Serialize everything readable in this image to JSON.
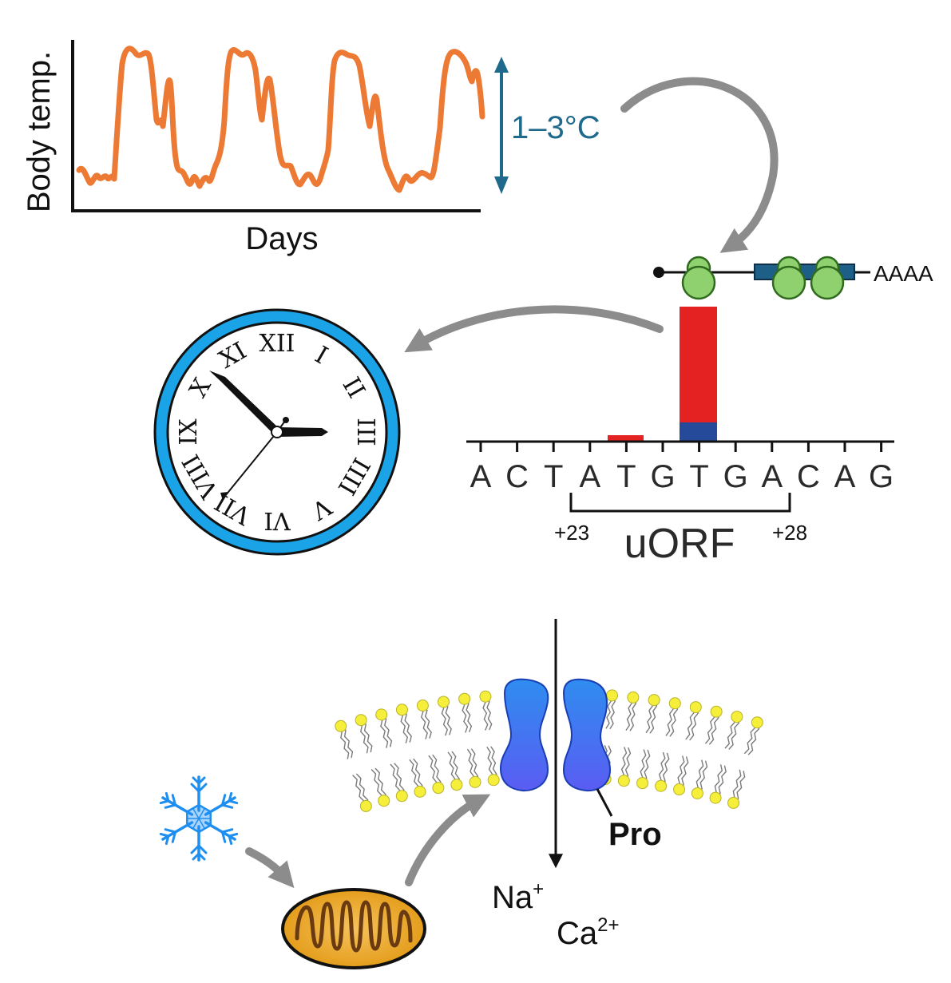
{
  "temperature_plot": {
    "ylabel": "Body temp.",
    "xlabel": "Days",
    "range_label": "1–3°C",
    "line_color": "#ec7a34",
    "range_color": "#1f6a8c"
  },
  "mrna": {
    "polyA": "AAAA",
    "ribosome_color": "#8fd16f",
    "cds_color": "#1d5f86"
  },
  "sequence": {
    "bases": [
      "A",
      "C",
      "T",
      "A",
      "T",
      "G",
      "T",
      "G",
      "A",
      "C",
      "A",
      "G"
    ],
    "uorf_label": "uORF",
    "start_pos": "+23",
    "end_pos": "+28",
    "bar_color": "#e52222",
    "bar_base_color": "#264a9a"
  },
  "clock": {
    "numerals": [
      "XII",
      "I",
      "II",
      "III",
      "IIII",
      "V",
      "VI",
      "VII",
      "VIII",
      "IX",
      "X",
      "XI"
    ],
    "rim_color": "#1aa3e6"
  },
  "membrane": {
    "channel_label": "Pro",
    "ions": [
      "Na",
      "Ca"
    ],
    "ion_charges": [
      "+",
      "2+"
    ],
    "head_color": "#f5ee3a"
  },
  "icons": {
    "cold": "snowflake-icon",
    "organelle": "mitochondrion-icon"
  }
}
